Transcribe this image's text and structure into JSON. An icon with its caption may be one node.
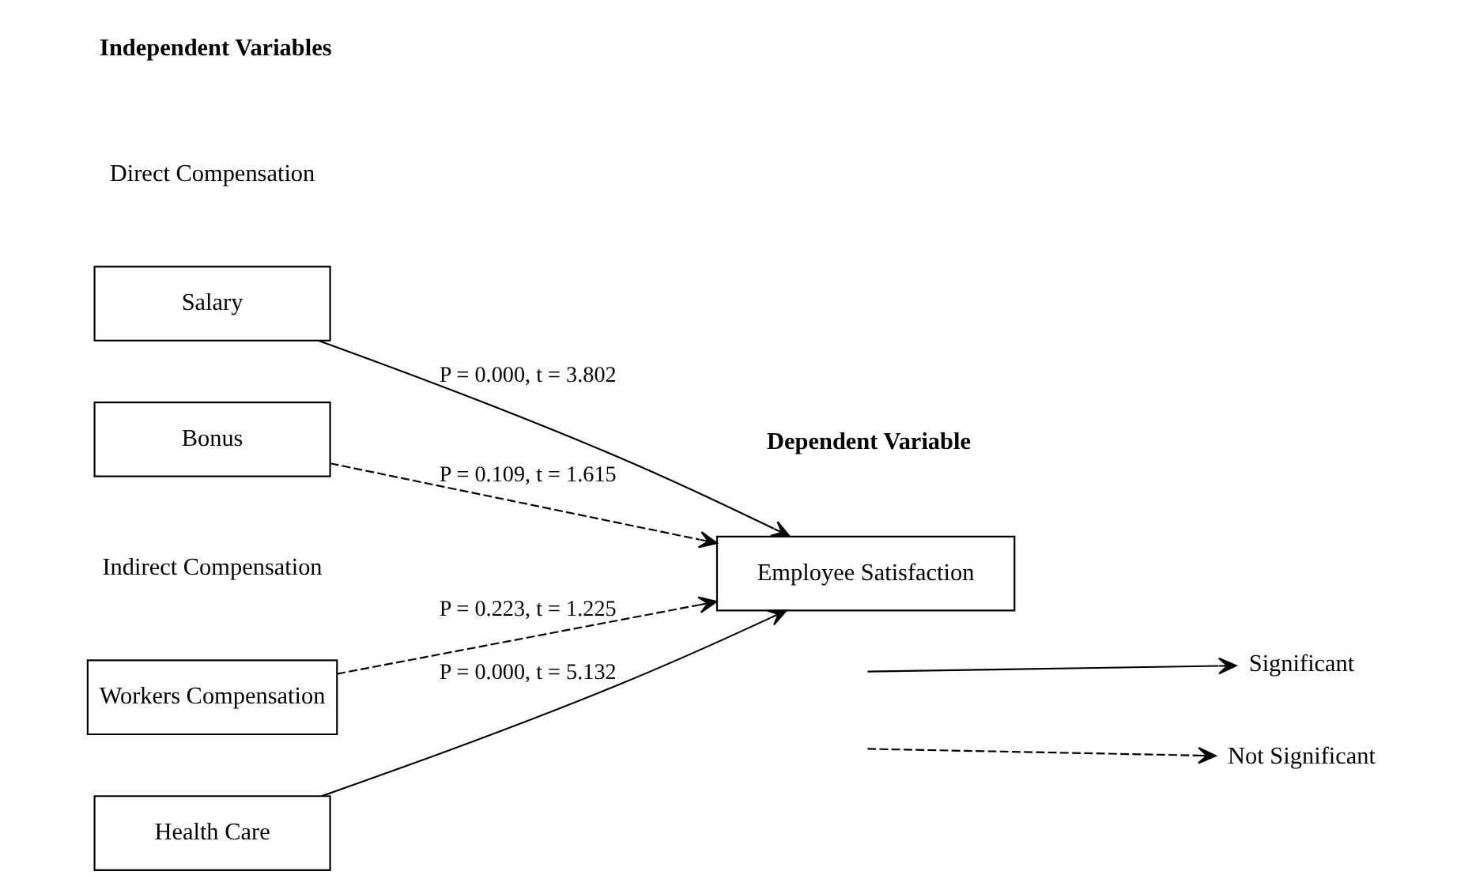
{
  "diagram": {
    "nodes": [
      {
        "text": [
          "Salary"
        ]
      },
      {
        "text": [
          "Bonus"
        ]
      },
      {
        "text": [
          "Workers Compensation"
        ]
      },
      {
        "text": [
          "Health Care"
        ]
      },
      {
        "text": [
          "Employee Satisfaction"
        ]
      }
    ],
    "edges": [
      {
        "from": 0,
        "to": 4,
        "arrow": "to",
        "label": "P = 0.000, t = 3.802"
      },
      {
        "from": 1,
        "to": 4,
        "arrow": "to",
        "label": "P = 0.109, t = 1.615",
        "style": "dashed"
      },
      {
        "from": 2,
        "to": 4,
        "arrow": "to",
        "label": "P = 0.223, t = 1.225",
        "style": "dashed"
      },
      {
        "from": 3,
        "to": 4,
        "arrow": "to",
        "label": "P = 0.000, t = 5.132"
      }
    ],
    "labels": [
      "Independent Variables",
      "Dependent Variable",
      "Direct Compensation",
      "Indirect Compensation"
    ],
    "legend": [
      {
        "text": "Significant"
      },
      {
        "text": "Not Significant"
      }
    ]
  }
}
